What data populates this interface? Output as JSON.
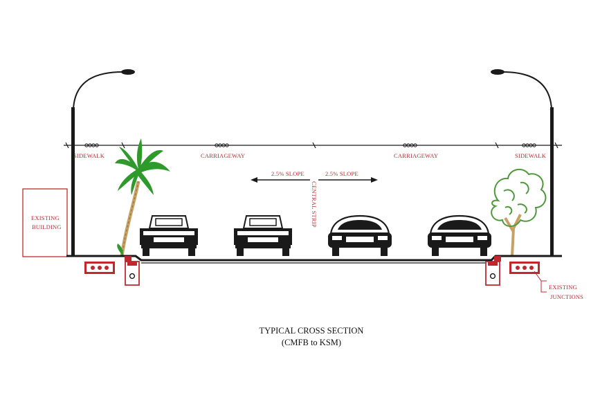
{
  "colors": {
    "annotation": "#c0282d",
    "ink": "#1a1a1a",
    "palm": "#2f9a2c",
    "tree": "#4e9a3a",
    "trunk": "#c9a063"
  },
  "dimension_labels": {
    "sidewalk_left": "SIDEWALK",
    "carriageway_left": "CARRIAGEWAY",
    "carriageway_right": "CARRIAGEWAY",
    "sidewalk_right": "SIDEWALK"
  },
  "slopes": {
    "left": "2.5% SLOPE",
    "right": "2.5% SLOPE"
  },
  "central_strip": "CENTRAL STRIP",
  "existing_building": {
    "line1": "EXISTING",
    "line2": "BUILDING"
  },
  "existing_junctions": {
    "line1": "EXISTING",
    "line2": "JUNCTIONS"
  },
  "caption": {
    "title": "TYPICAL CROSS SECTION",
    "subtitle": "(CMFB to KSM)"
  },
  "icons": [
    "street-light-icon",
    "palm-tree-icon",
    "tree-icon",
    "pickup-truck-icon",
    "sedan-car-icon",
    "utility-duct-icon",
    "drain-icon"
  ]
}
